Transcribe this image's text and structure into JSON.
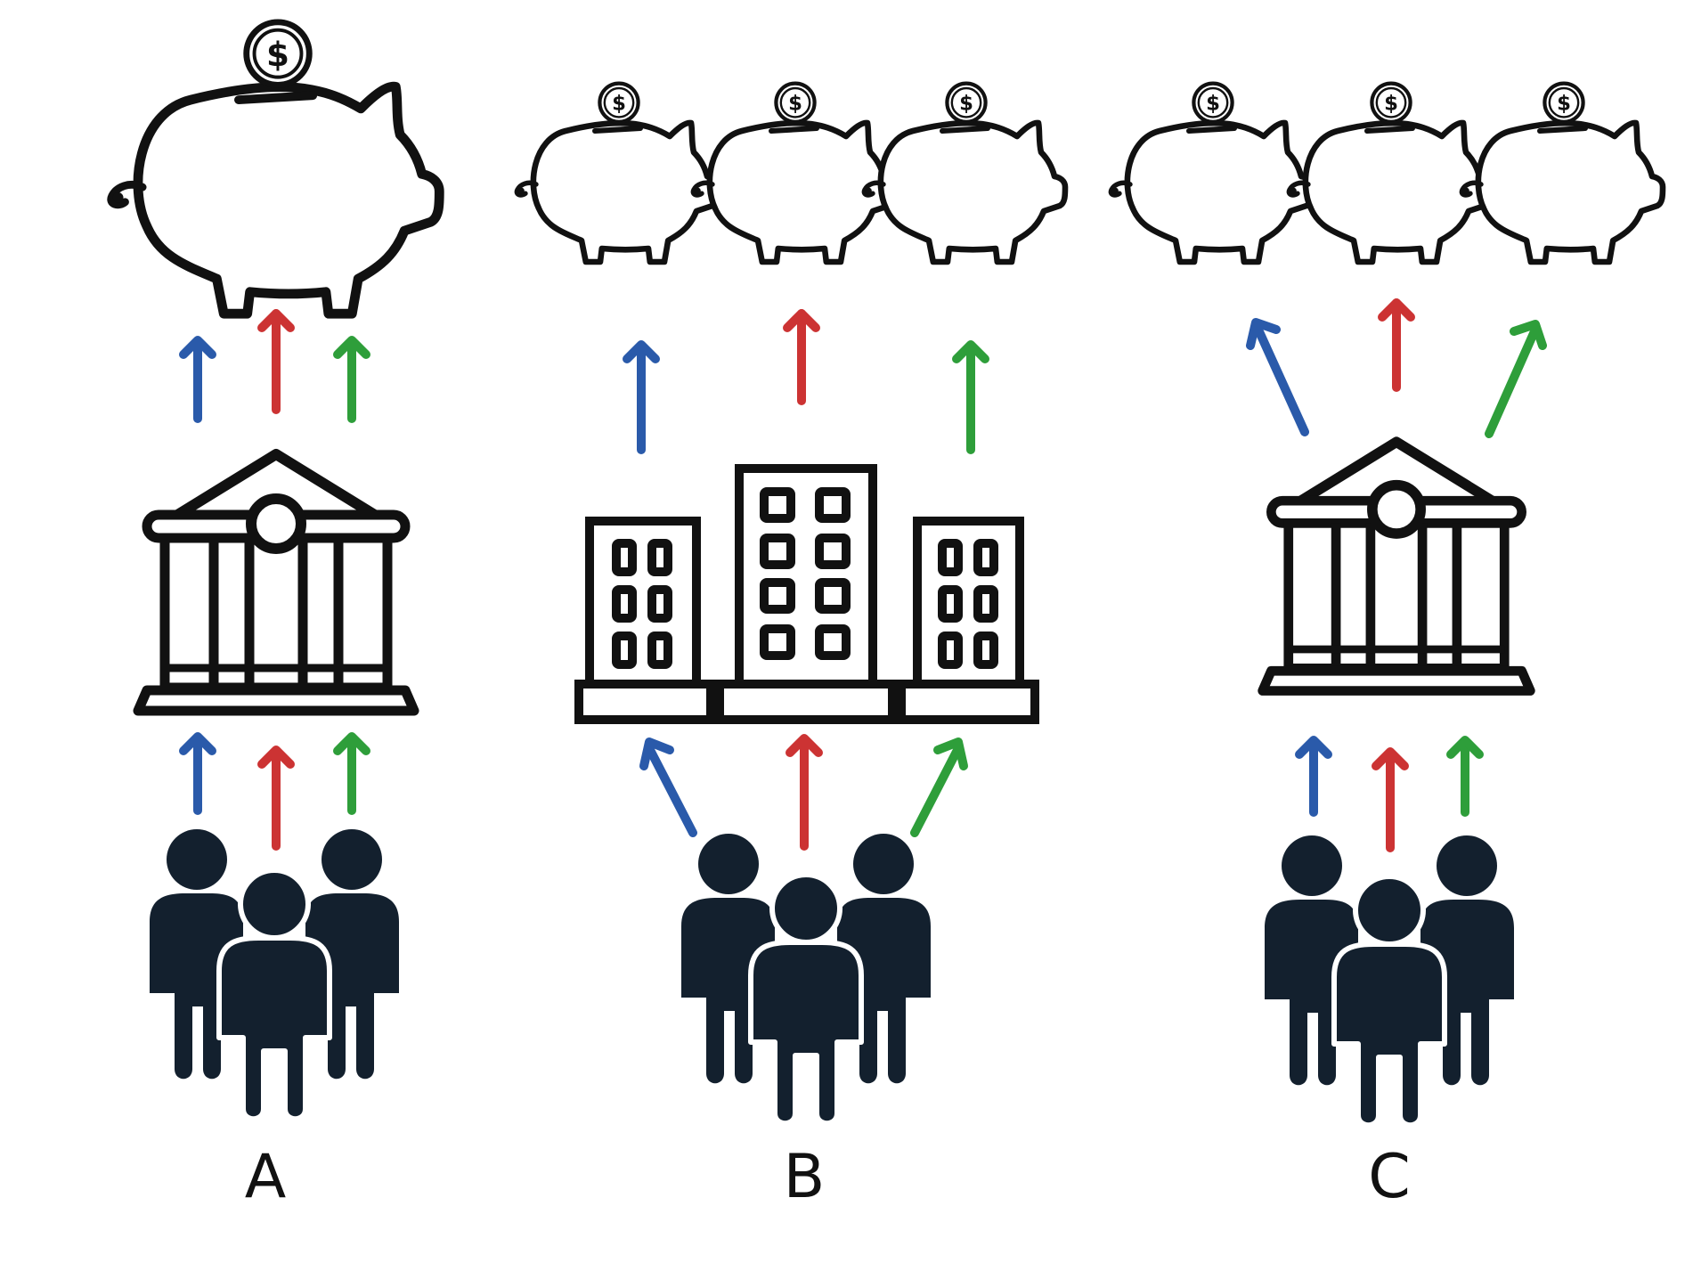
{
  "panels": [
    {
      "label": "A",
      "description_icons": [
        "piggy-bank",
        "bank",
        "people"
      ]
    },
    {
      "label": "B",
      "description_icons": [
        "piggy-bank",
        "piggy-bank",
        "piggy-bank",
        "building",
        "building",
        "building",
        "people"
      ]
    },
    {
      "label": "C",
      "description_icons": [
        "piggy-bank",
        "piggy-bank",
        "piggy-bank",
        "bank",
        "people"
      ]
    }
  ],
  "colors": {
    "outline": "#111111",
    "people": "#13202e",
    "arrow_blue": "#2a5aaa",
    "arrow_red": "#cc3333",
    "arrow_green": "#2e9e3a"
  },
  "icons": [
    "piggy-bank-icon",
    "dollar-coin-icon",
    "bank-icon",
    "building-icon",
    "people-icon",
    "arrow-up-icon"
  ]
}
